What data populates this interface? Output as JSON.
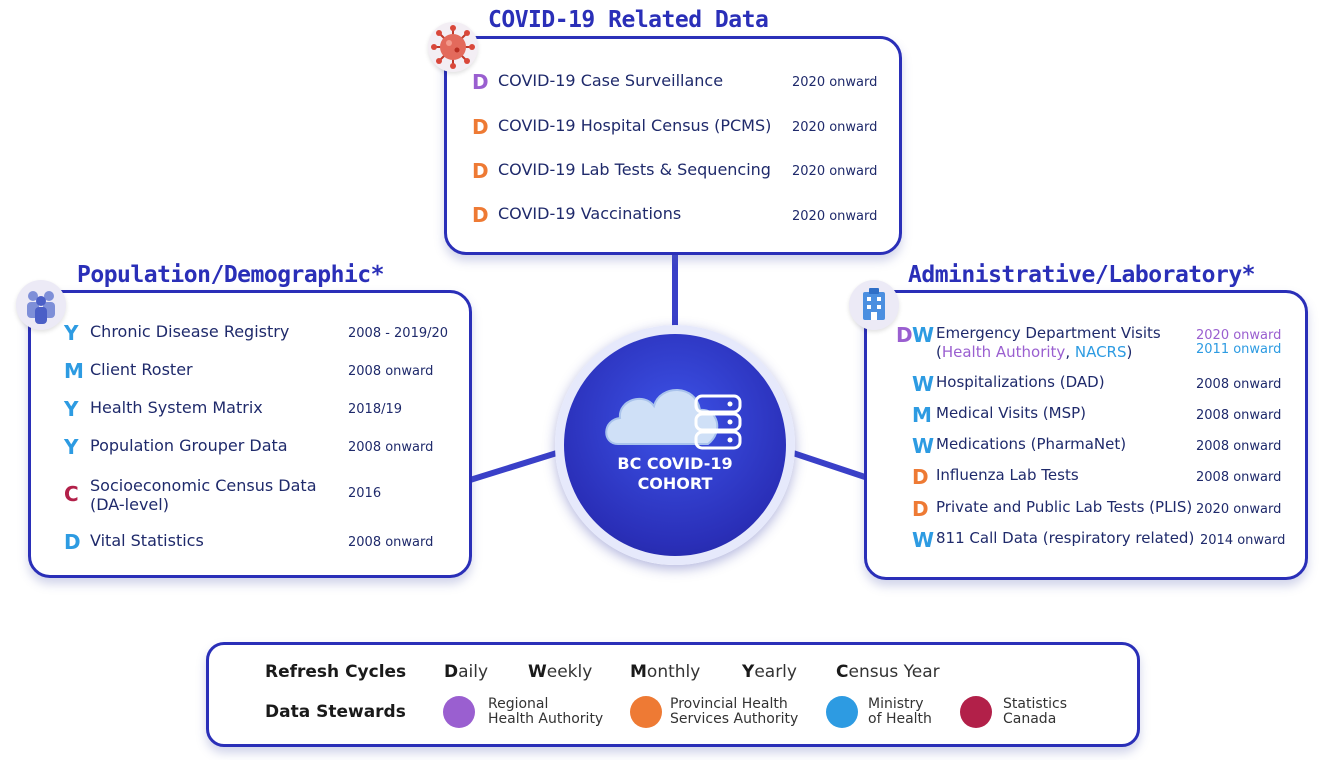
{
  "center": {
    "line1": "BC COVID-19",
    "line2": "COHORT"
  },
  "covid": {
    "title": "COVID-19 Related Data",
    "icon": "virus-icon",
    "items": [
      {
        "code": "D",
        "steward": "purple",
        "label": "COVID-19 Case Surveillance",
        "period": "2020 onward"
      },
      {
        "code": "D",
        "steward": "orange",
        "label": "COVID-19 Hospital Census (PCMS)",
        "period": "2020 onward"
      },
      {
        "code": "D",
        "steward": "orange",
        "label": "COVID-19 Lab Tests & Sequencing",
        "period": "2020 onward"
      },
      {
        "code": "D",
        "steward": "orange",
        "label": "COVID-19 Vaccinations",
        "period": "2020 onward"
      }
    ]
  },
  "population": {
    "title": "Population/Demographic*",
    "icon": "people-icon",
    "items": [
      {
        "code": "Y",
        "steward": "blue",
        "label": "Chronic Disease Registry",
        "period": "2008 - 2019/20"
      },
      {
        "code": "M",
        "steward": "blue",
        "label": "Client Roster",
        "period": "2008 onward"
      },
      {
        "code": "Y",
        "steward": "blue",
        "label": "Health System Matrix",
        "period": "2018/19"
      },
      {
        "code": "Y",
        "steward": "blue",
        "label": "Population Grouper Data",
        "period": "2008 onward"
      },
      {
        "code": "C",
        "steward": "red",
        "label": "Socioeconomic Census Data",
        "label2": "(DA-level)",
        "period": "2016"
      },
      {
        "code": "D",
        "steward": "blue",
        "label": "Vital Statistics",
        "period": "2008 onward"
      }
    ]
  },
  "admin": {
    "title": "Administrative/Laboratory*",
    "icon": "hospital-icon",
    "items": [
      {
        "code": "D",
        "code2": "W",
        "label": "Emergency Department Visits",
        "sub_open": "(",
        "sub_a": "Health Authority",
        "sub_sep": ", ",
        "sub_b": "NACRS",
        "sub_close": ")",
        "period": "2020 onward",
        "period2": "2011 onward"
      },
      {
        "code": "W",
        "steward": "blue",
        "label": "Hospitalizations (DAD)",
        "period": "2008 onward"
      },
      {
        "code": "M",
        "steward": "blue",
        "label": "Medical Visits (MSP)",
        "period": "2008 onward"
      },
      {
        "code": "W",
        "steward": "blue",
        "label": "Medications (PharmaNet)",
        "period": "2008 onward"
      },
      {
        "code": "D",
        "steward": "orange",
        "label": "Influenza Lab Tests",
        "period": "2008 onward"
      },
      {
        "code": "D",
        "steward": "orange",
        "label": "Private and Public Lab Tests (PLIS)",
        "period": "2020 onward"
      },
      {
        "code": "W",
        "steward": "blue",
        "label": "811 Call Data (respiratory related)",
        "period": "2014 onward"
      }
    ]
  },
  "legend": {
    "cycles_title": "Refresh Cycles",
    "cycles": [
      {
        "initial": "D",
        "rest": "aily"
      },
      {
        "initial": "W",
        "rest": "eekly"
      },
      {
        "initial": "M",
        "rest": "onthly"
      },
      {
        "initial": "Y",
        "rest": "early"
      },
      {
        "initial": "C",
        "rest": "ensus Year"
      }
    ],
    "stewards_title": "Data Stewards",
    "stewards": [
      {
        "line1": "Regional",
        "line2": "Health Authority",
        "color": "#9a5fd0"
      },
      {
        "line1": "Provincial Health",
        "line2": "Services Authority",
        "color": "#ee7a34"
      },
      {
        "line1": "Ministry",
        "line2": "of Health",
        "color": "#2d9be2"
      },
      {
        "line1": "Statistics",
        "line2": "Canada",
        "color": "#b22049"
      }
    ]
  }
}
